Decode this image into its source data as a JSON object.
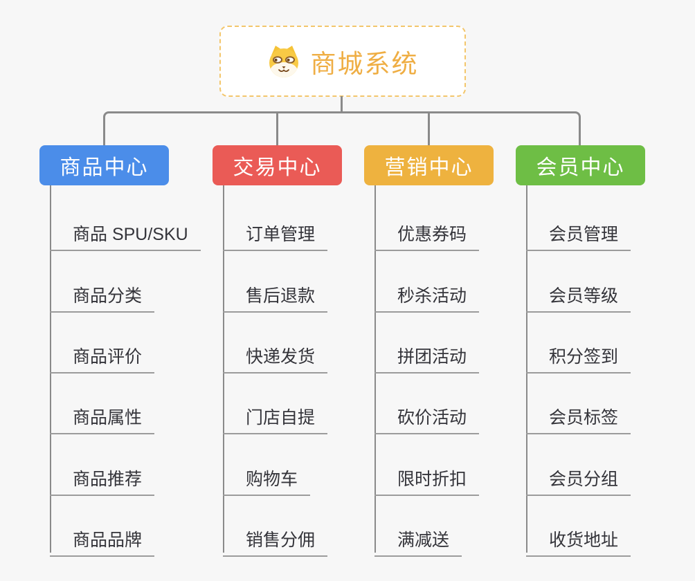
{
  "root": {
    "title": "商城系统",
    "icon": "shiba-dog-icon"
  },
  "colors": {
    "background": "#f7f7f7",
    "root_border": "#f3c66b",
    "root_text": "#efae44",
    "connector": "#8a8a8a",
    "leaf_underline": "#9b9b9b",
    "leaf_text": "#34343a",
    "branch_product": "#4b8de9",
    "branch_trade": "#ea5b56",
    "branch_marketing": "#eeb23f",
    "branch_member": "#6ebe45"
  },
  "branches": [
    {
      "label": "商品中心",
      "color": "#4b8de9",
      "items": [
        "商品 SPU/SKU",
        "商品分类",
        "商品评价",
        "商品属性",
        "商品推荐",
        "商品品牌"
      ]
    },
    {
      "label": "交易中心",
      "color": "#ea5b56",
      "items": [
        "订单管理",
        "售后退款",
        "快递发货",
        "门店自提",
        "购物车",
        "销售分佣"
      ]
    },
    {
      "label": "营销中心",
      "color": "#eeb23f",
      "items": [
        "优惠券码",
        "秒杀活动",
        "拼团活动",
        "砍价活动",
        "限时折扣",
        "满减送"
      ]
    },
    {
      "label": "会员中心",
      "color": "#6ebe45",
      "items": [
        "会员管理",
        "会员等级",
        "积分签到",
        "会员标签",
        "会员分组",
        "收货地址"
      ]
    }
  ]
}
